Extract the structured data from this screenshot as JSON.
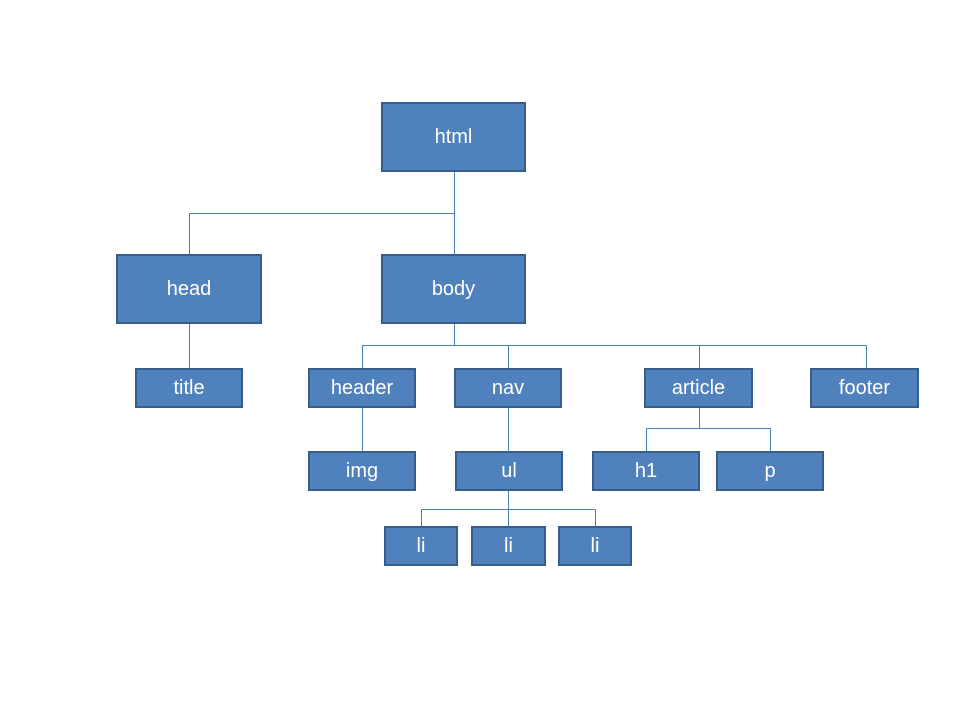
{
  "diagram": {
    "nodes": {
      "html": "html",
      "head": "head",
      "body": "body",
      "title": "title",
      "header": "header",
      "nav": "nav",
      "article": "article",
      "footer": "footer",
      "img": "img",
      "ul": "ul",
      "h1": "h1",
      "p": "p",
      "li_1": "li",
      "li_2": "li",
      "li_3": "li"
    }
  },
  "colors": {
    "background": "#FFFFFF",
    "node_fill": "#4F81BD",
    "node_border": "#385D8A",
    "node_text": "#FFFFFF",
    "connector": "#4A7EBB"
  }
}
